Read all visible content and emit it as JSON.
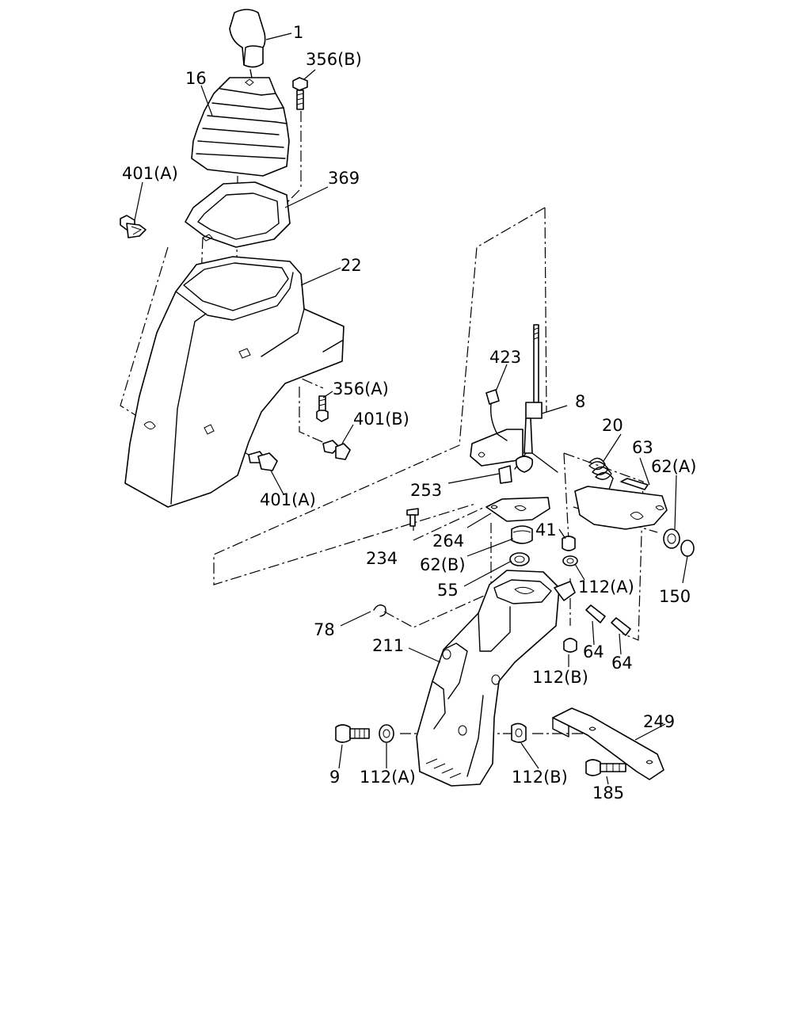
{
  "colors": {
    "ink": "#000000",
    "paper": "#ffffff"
  },
  "callouts": {
    "c1": "1",
    "c356b": "356(B)",
    "c16": "16",
    "c401a_top": "401(A)",
    "c369": "369",
    "c22": "22",
    "c356a": "356(A)",
    "c401b": "401(B)",
    "c401a_bottom": "401(A)",
    "c423": "423",
    "c8": "8",
    "c20": "20",
    "c63": "63",
    "c62a": "62(A)",
    "c253": "253",
    "c264": "264",
    "c41": "41",
    "c234": "234",
    "c62b": "62(B)",
    "c55": "55",
    "c112a_right": "112(A)",
    "c150": "150",
    "c78": "78",
    "c211": "211",
    "c64_left": "64",
    "c64_right": "64",
    "c112b_right": "112(B)",
    "c249": "249",
    "c9": "9",
    "c112a_bottom": "112(A)",
    "c112b_bottom": "112(B)",
    "c185": "185"
  }
}
